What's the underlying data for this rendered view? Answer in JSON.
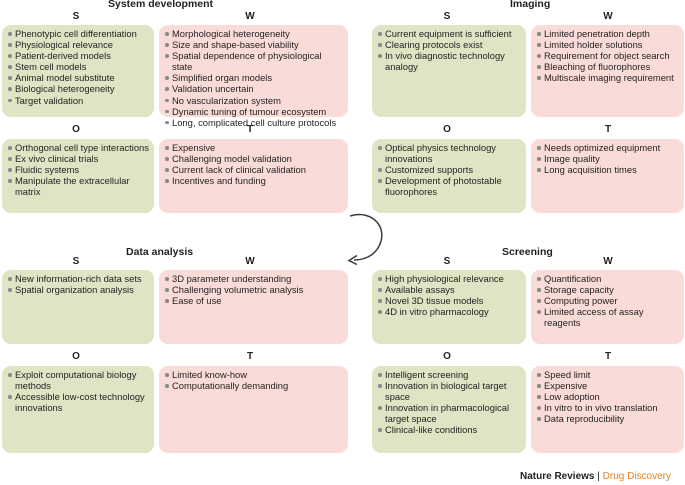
{
  "quadrants": [
    {
      "title": "System development",
      "s": [
        "Phenotypic cell differentiation",
        "Physiological relevance",
        "Patient-derived models",
        "Stem cell models",
        "Animal model substitute",
        "Biological heterogeneity",
        "Target validation"
      ],
      "w": [
        "Morphological heterogeneity",
        "Size and shape-based viability",
        "Spatial dependence of physiological state",
        "Simplified organ models",
        "Validation uncertain",
        "No vascularization system",
        "Dynamic tuning of tumour ecosystem",
        "Long, complicated cell culture protocols"
      ],
      "o": [
        "Orthogonal cell type interactions",
        "Ex vivo clinical trials",
        "Fluidic systems",
        "Manipulate the extracellular matrix"
      ],
      "t": [
        "Expensive",
        "Challenging model validation",
        "Current lack of clinical validation",
        "Incentives and funding"
      ]
    },
    {
      "title": "Imaging",
      "s": [
        "Current equipment is sufficient",
        "Clearing protocols exist",
        "In vivo diagnostic technology analogy"
      ],
      "w": [
        "Limited penetration depth",
        "Limited holder solutions",
        "Requirement for object search",
        "Bleaching of fluorophores",
        "Multiscale imaging requirement"
      ],
      "o": [
        "Optical physics technology innovations",
        "Customized supports",
        "Development of photostable fluorophores"
      ],
      "t": [
        "Needs optimized equipment",
        "Image quality",
        "Long acquisition times"
      ]
    },
    {
      "title": "Data analysis",
      "s": [
        "New information-rich data sets",
        "Spatial organization analysis"
      ],
      "w": [
        "3D parameter understanding",
        "Challenging volumetric analysis",
        "Ease of use"
      ],
      "o": [
        "Exploit computational biology methods",
        "Accessible low-cost technology innovations"
      ],
      "t": [
        "Limited know-how",
        "Computationally demanding"
      ]
    },
    {
      "title": "Screening",
      "s": [
        "High physiological relevance",
        "Available assays",
        "Novel 3D tissue models",
        "4D in vitro pharmacology"
      ],
      "w": [
        "Quantification",
        "Storage capacity",
        "Computing power",
        "Limited access of assay reagents"
      ],
      "o": [
        "Intelligent screening",
        "Innovation in biological target space",
        "Innovation in pharmacological target space",
        "Clinical-like conditions"
      ],
      "t": [
        "Speed limit",
        "Expensive",
        "Low adoption",
        "In vitro to in vivo translation",
        "Data reproducibility"
      ]
    }
  ],
  "letters": {
    "s": "S",
    "w": "W",
    "o": "O",
    "t": "T"
  },
  "footer": {
    "publisher": "Nature Reviews",
    "separator": "|",
    "journal": "Drug Discovery"
  },
  "colors": {
    "strength_opportunity": "#dde5c4",
    "weakness_threat": "#f9dcd8",
    "journal_accent": "#e8821e"
  }
}
